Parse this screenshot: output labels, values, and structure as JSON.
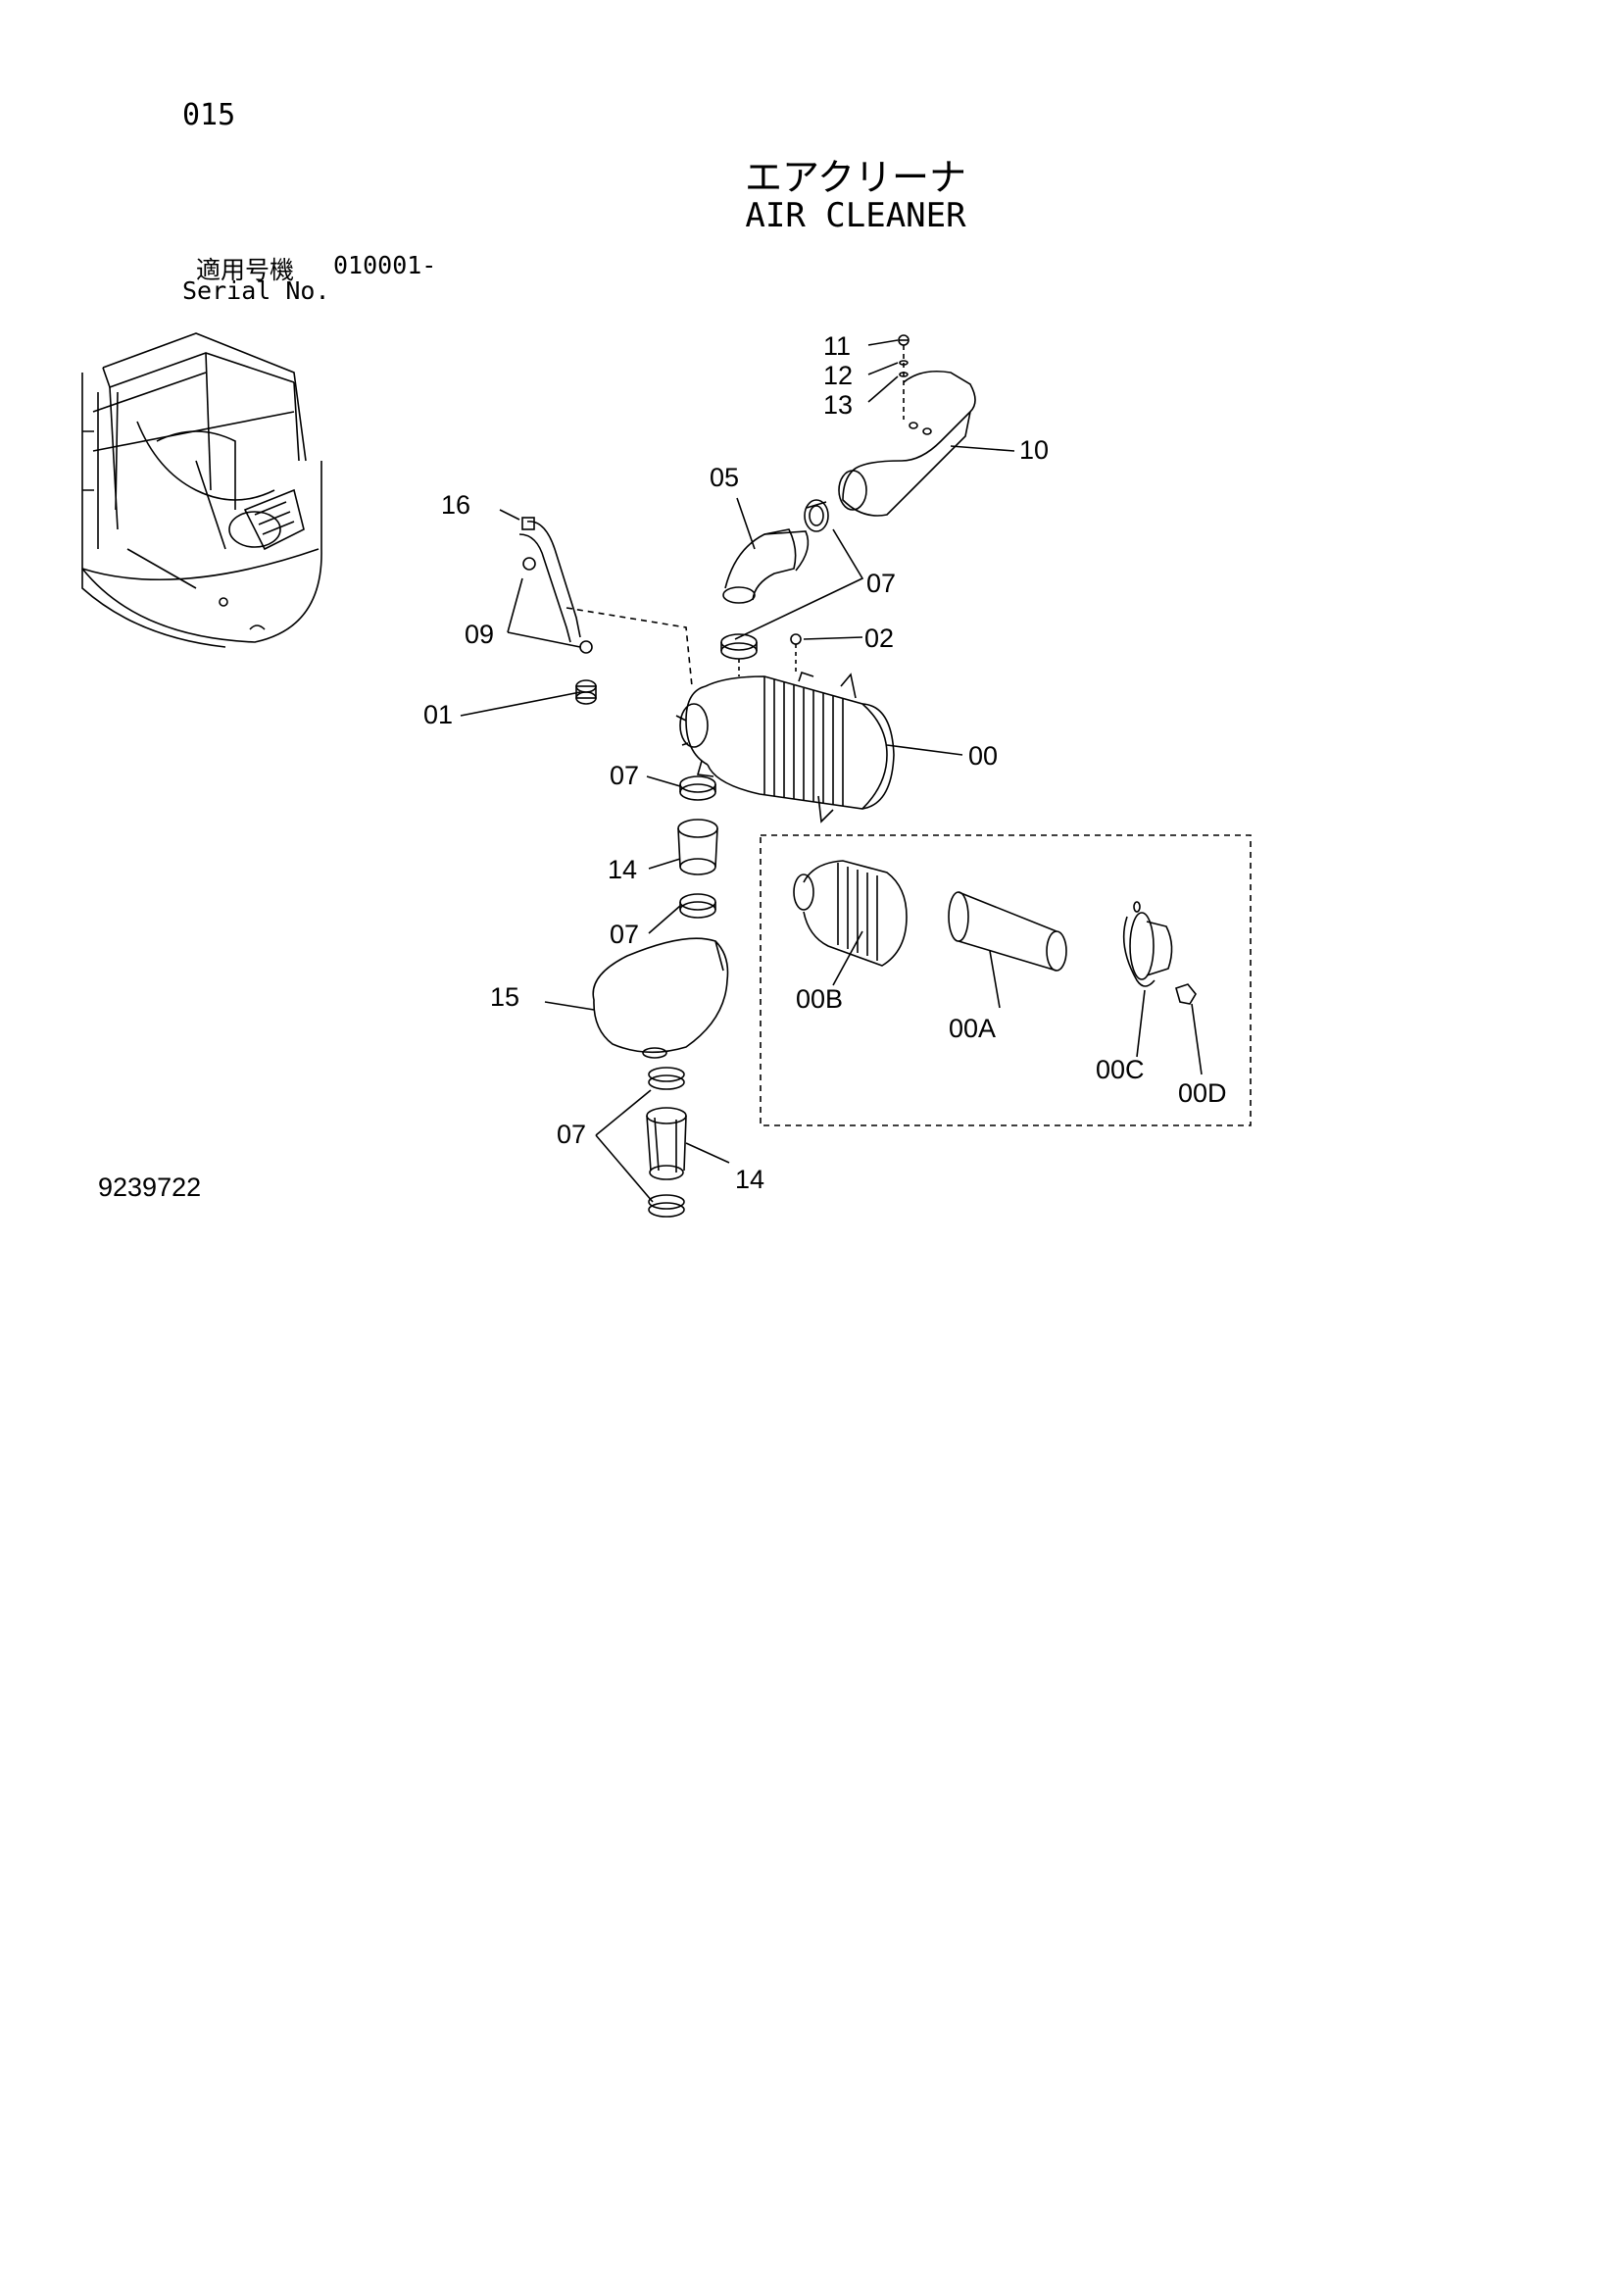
{
  "page_number": "015",
  "title_jp": "エアクリーナ",
  "title_en": "AIR CLEANER",
  "serial_label_jp": "適用号機",
  "serial_value": "010001-",
  "serial_label_en": "Serial No.",
  "diagram_id": "9239722",
  "callouts": {
    "c11": "11",
    "c12": "12",
    "c13": "13",
    "c10": "10",
    "c05": "05",
    "c16": "16",
    "c07a": "07",
    "c09": "09",
    "c02": "02",
    "c01": "01",
    "c00": "00",
    "c07b": "07",
    "c14a": "14",
    "c07c": "07",
    "c15": "15",
    "c07d": "07",
    "c14b": "14",
    "c00B": "00B",
    "c00A": "00A",
    "c00C": "00C",
    "c00D": "00D"
  }
}
